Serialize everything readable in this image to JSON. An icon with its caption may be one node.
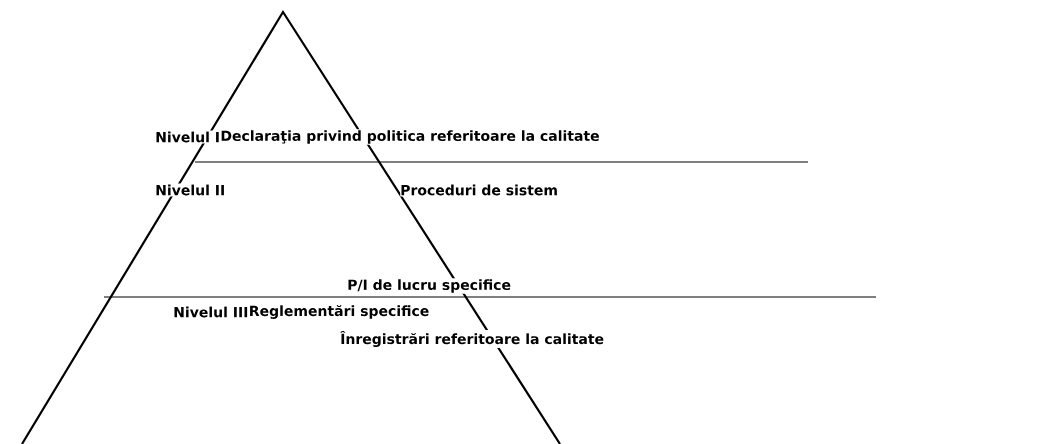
{
  "diagram": {
    "labels": [
      "Nivelul I",
      "Declaraţia privind politica referitoare la calitate",
      "Nivelul II",
      "Proceduri de sistem",
      "P/I de lucru specifice",
      "Nivelul III",
      "Reglementări specifice",
      "Înregistrări referitoare la calitate"
    ]
  }
}
